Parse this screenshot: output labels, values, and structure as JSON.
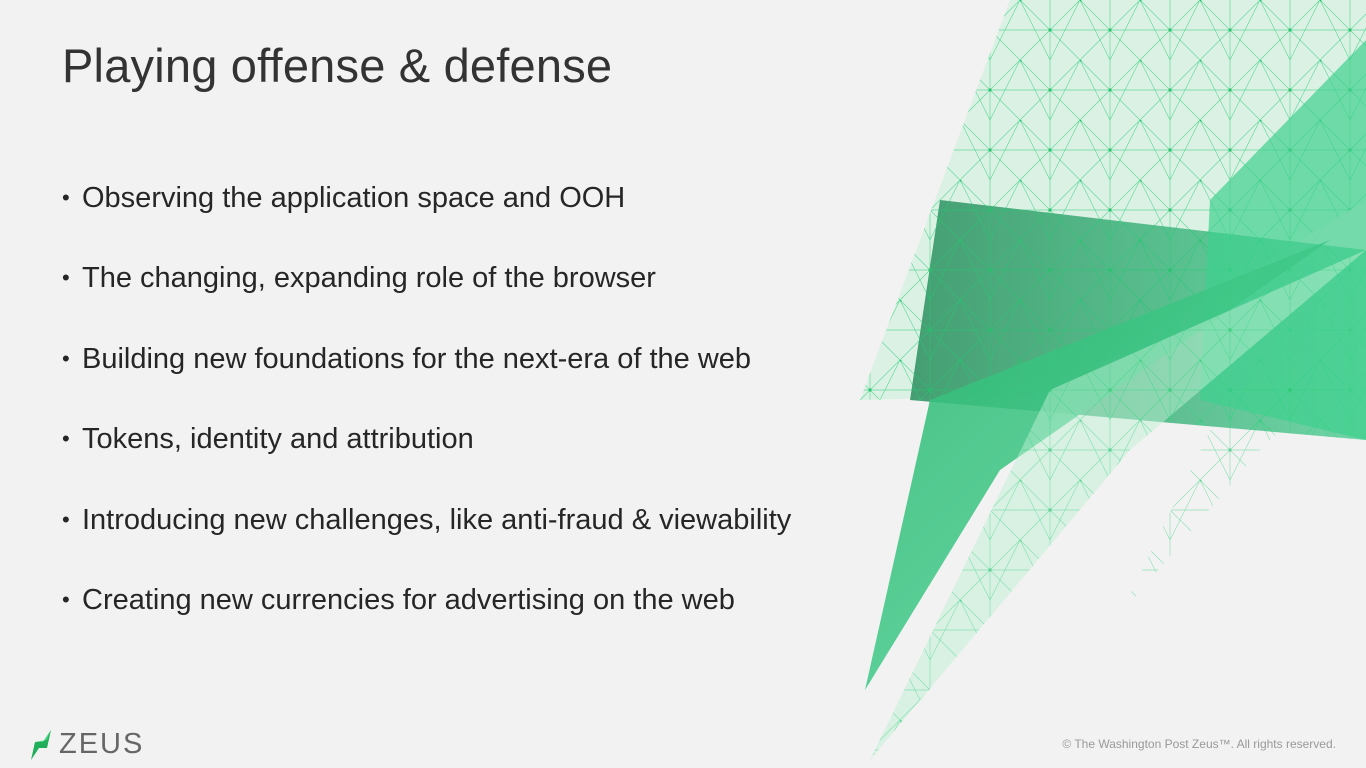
{
  "slide": {
    "title": "Playing offense & defense",
    "bullets": [
      "Observing the application space and OOH",
      "The changing, expanding role of the browser",
      "Building new foundations for the next-era of the web",
      "Tokens, identity and attribution",
      "Introducing new challenges, like anti-fraud & viewability",
      "Creating new currencies for advertising on the web"
    ],
    "bullet_symbol": "•"
  },
  "brand": {
    "logo_text": "ZEUS",
    "accent": "#2ecc71"
  },
  "footer": {
    "copyright": "© The Washington Post Zeus™. All rights reserved."
  }
}
